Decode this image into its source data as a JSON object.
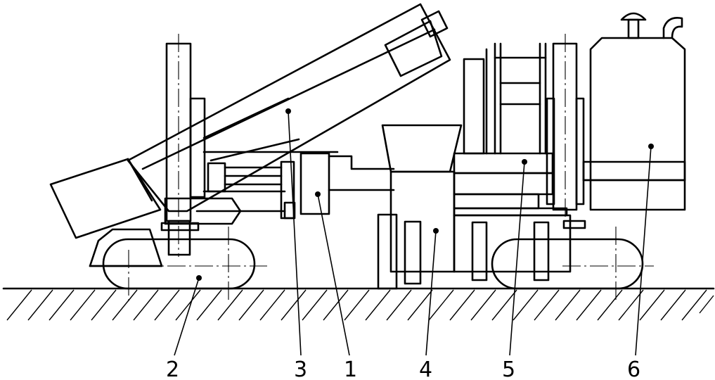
{
  "callouts": [
    "2",
    "3",
    "1",
    "4",
    "5",
    "6"
  ]
}
